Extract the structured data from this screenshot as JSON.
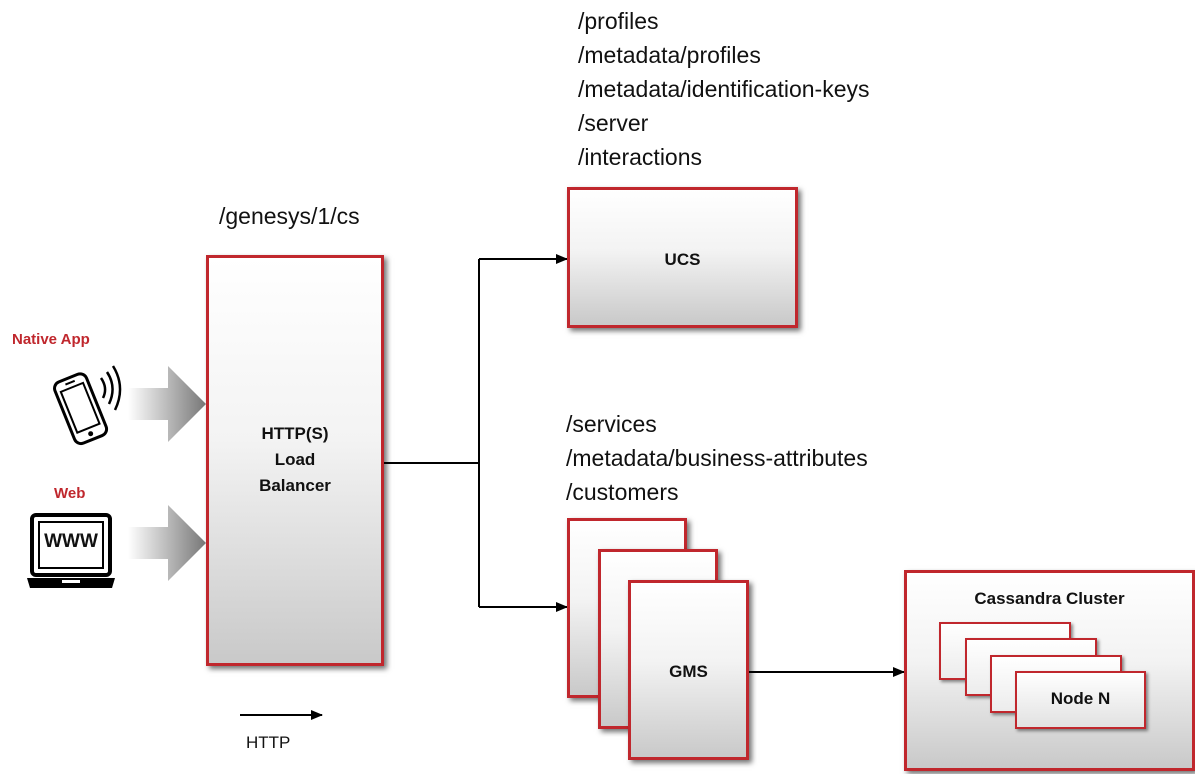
{
  "endpoints": {
    "ucs_paths": [
      "/profiles",
      "/metadata/profiles",
      "/metadata/identification-keys",
      "/server",
      "/interactions"
    ],
    "lb_path": "/genesys/1/cs",
    "gms_paths": [
      "/services",
      "/metadata/business-attributes",
      "/customers"
    ]
  },
  "clients": {
    "native_app_label": "Native App",
    "web_label": "Web",
    "web_screen_text": "WWW"
  },
  "nodes": {
    "load_balancer_label": [
      "HTTP(S)",
      "Load",
      "Balancer"
    ],
    "ucs_label": "UCS",
    "gms_label": "GMS",
    "cassandra_label": "Cassandra Cluster",
    "node_n_label": "Node N"
  },
  "legend": {
    "http_label": "HTTP"
  },
  "colors": {
    "accent_red": "#c0272d",
    "box_gradient_bottom": "#c9c9c9"
  }
}
